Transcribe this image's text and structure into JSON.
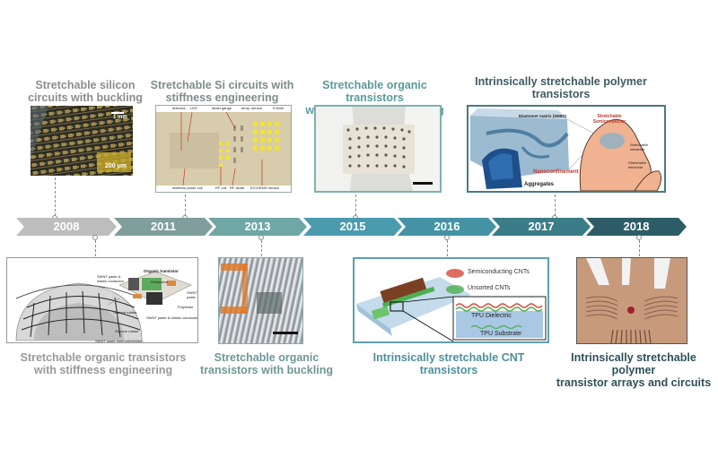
{
  "timeline": {
    "years": [
      "2008",
      "2011",
      "2013",
      "2015",
      "2016",
      "2017",
      "2018"
    ],
    "colors": [
      "#bdbdbd",
      "#7f9e9c",
      "#6ea7a6",
      "#4b9bae",
      "#4493a5",
      "#3a7d88",
      "#2e5c66"
    ]
  },
  "top": [
    {
      "year": "2008",
      "caption_line1": "Stretchable silicon",
      "caption_line2": "circuits with buckling",
      "color": "#8c8c8c",
      "image": {
        "scale_top": "1 mm",
        "scale_bottom": "200 μm"
      }
    },
    {
      "year": "2011",
      "caption_line1": "Stretchable Si circuits with",
      "caption_line2": "stiffness engineering",
      "color": "#7e8c8b",
      "image": {
        "labels_top": [
          "antenna",
          "LED",
          "strain gauge",
          "temp. sensor",
          "0.5mm"
        ],
        "labels_bottom": [
          "wireless power coil",
          "RF coil",
          "RF diode",
          "ECG/EMG sensor"
        ]
      }
    },
    {
      "year": "2015",
      "caption_line1": "Stretchable organic transistors",
      "caption_line2": "with stiffness engineering",
      "color": "#5a9a9a"
    },
    {
      "year": "2017",
      "caption_line1": "Intrinsically stretchable polymer",
      "caption_line2": "transistors",
      "color": "#3f5b61",
      "image": {
        "labels": [
          "Elastomer matrix (SEBS)",
          "Stretchable Semiconductor",
          "Stretchable substrate",
          "Stretchable electrode",
          "Nanoconfinement",
          "Aggregates"
        ]
      }
    }
  ],
  "bottom": [
    {
      "year": "2008",
      "caption_line1": "Stretchable organic transistors",
      "caption_line2": "with stiffness engineering",
      "color": "#999999",
      "image": {
        "labels": [
          "Organic transistor",
          "SWNT paste & elastic conductor",
          "Pentacene",
          "SWNT paste",
          "Polyimide",
          "Silicone rubber",
          "SWNT paste & elastic conductor",
          "Silicone rubber",
          "SWNT paste (interconnection)"
        ]
      }
    },
    {
      "year": "2013",
      "caption_line1": "Stretchable organic",
      "caption_line2": "transistors with buckling",
      "color": "#6f9795"
    },
    {
      "year": "2016",
      "caption_line1": "Intrinsically stretchable CNT",
      "caption_line2": "transistors",
      "color": "#4f8f9c",
      "image": {
        "legend": [
          "Semiconducting CNTs",
          "Unsorted CNTs"
        ],
        "layers": [
          "TPU Dielectric",
          "TPU Substrate"
        ]
      }
    },
    {
      "year": "2018",
      "caption_line1": "Intrinsically stretchable polymer",
      "caption_line2": "transistor arrays and circuits",
      "color": "#2f5058"
    }
  ]
}
